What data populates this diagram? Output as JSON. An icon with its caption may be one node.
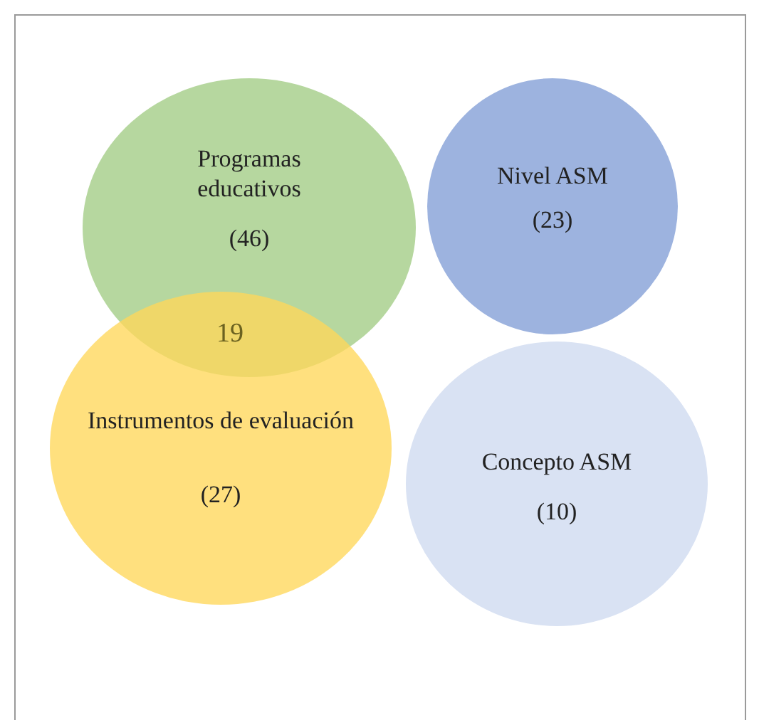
{
  "diagram": {
    "nodes": [
      {
        "text": [
          "Programas educativos",
          "(46)"
        ]
      },
      {
        "text": [
          "Nivel ASM",
          "(23)"
        ]
      },
      {
        "text": [
          "Instrumentos de evaluación",
          "(27)"
        ]
      },
      {
        "text": [
          "Concepto ASM",
          "(10)"
        ]
      }
    ],
    "labels": [
      "19"
    ]
  }
}
